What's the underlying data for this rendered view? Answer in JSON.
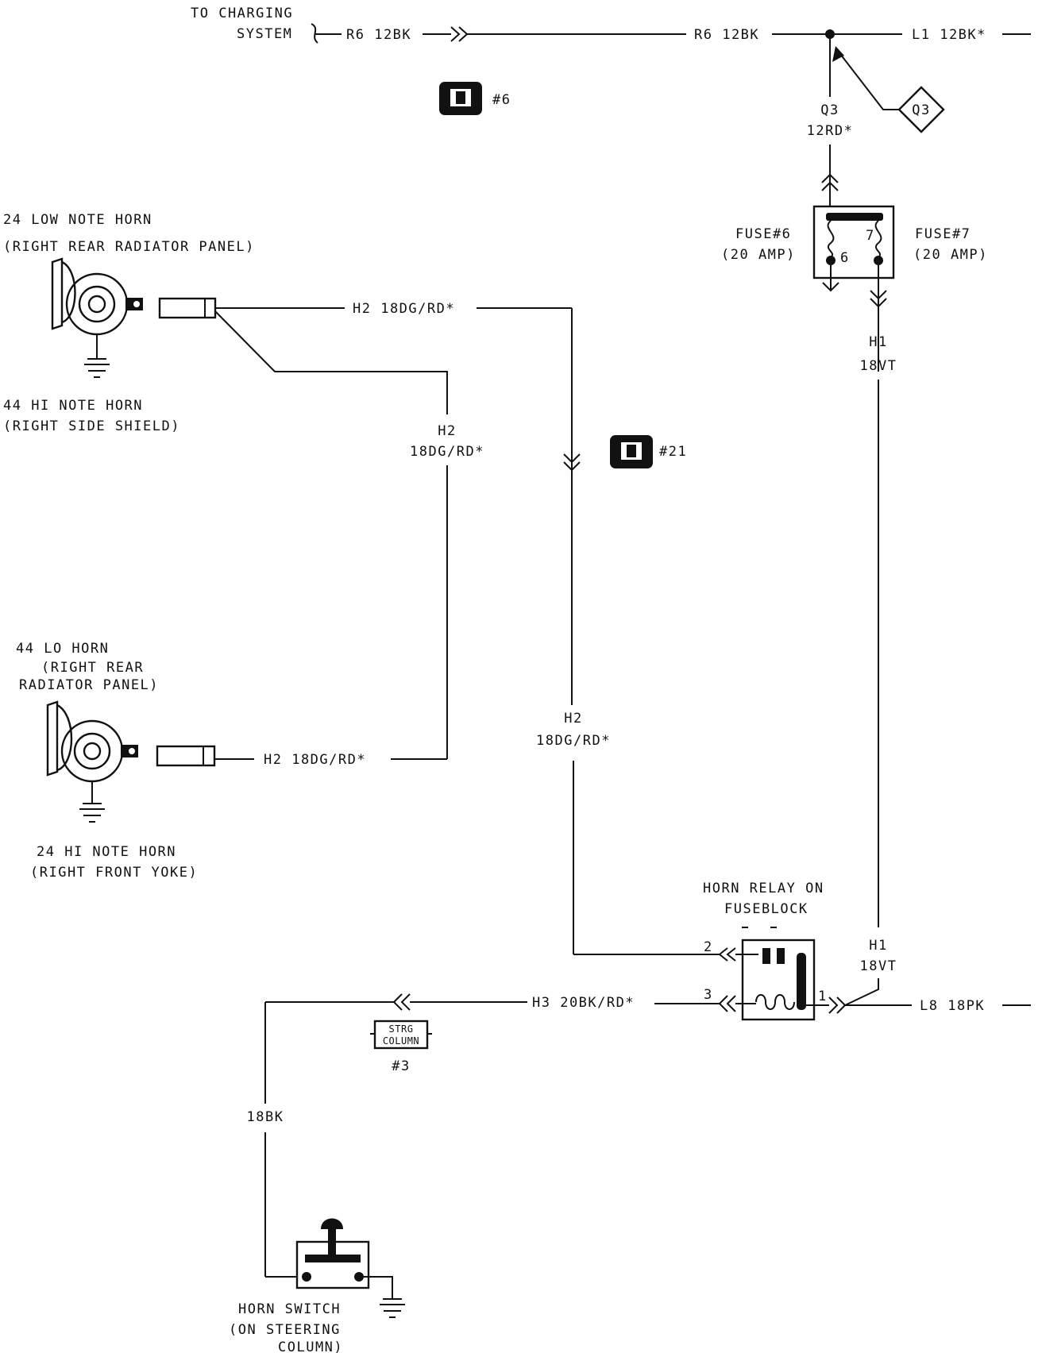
{
  "labels": {
    "charging_line1": "TO CHARGING",
    "charging_line2": "SYSTEM",
    "r6_left": "R6 12BK",
    "r6_right": "R6 12BK",
    "l1": "L1 12BK*",
    "q3_diamond": "Q3",
    "q3_wire_line1": "Q3",
    "q3_wire_line2": "12RD*",
    "fuse6_line1": "FUSE#6",
    "fuse6_line2": "(20 AMP)",
    "fuse7_line1": "FUSE#7",
    "fuse7_line2": "(20 AMP)",
    "fuse_pin6": "6",
    "fuse_pin7": "7",
    "h1_top_line1": "H1",
    "h1_top_line2": "18VT",
    "h1_bottom_line1": "H1",
    "h1_bottom_line2": "18VT",
    "connector6": "#6",
    "connector21": "#21",
    "horn_top_line1": "24 LOW NOTE HORN",
    "horn_top_line2": "(RIGHT REAR RADIATOR PANEL)",
    "horn_top_line3": "44  HI NOTE HORN",
    "horn_top_line4": "(RIGHT SIDE SHIELD)",
    "h2_top": "H2 18DG/RD*",
    "h2_mid_line1": "H2",
    "h2_mid_line2": "18DG/RD*",
    "h2_right_line1": "H2",
    "h2_right_line2": "18DG/RD*",
    "horn_bottom_line1": "44 LO HORN",
    "horn_bottom_line2": "(RIGHT REAR",
    "horn_bottom_line3": "RADIATOR PANEL)",
    "horn_bottom_line4": "24 HI NOTE HORN",
    "horn_bottom_line5": "(RIGHT FRONT YOKE)",
    "h2_bottom": "H2 18DG/RD*",
    "relay_line1": "HORN RELAY ON",
    "relay_line2": "FUSEBLOCK",
    "relay_pin1": "1",
    "relay_pin2": "2",
    "relay_pin3": "3",
    "h3": "H3 20BK/RD*",
    "l8": "L8 18PK",
    "strg_line1": "STRG",
    "strg_line2": "COLUMN",
    "strg_num": "#3",
    "wire_18bk": "18BK",
    "switch_line1": "HORN SWITCH",
    "switch_line2": "(ON STEERING",
    "switch_line3": "COLUMN)"
  },
  "icons": {
    "connector": "connector-icon",
    "horn": "horn-icon",
    "ground": "ground-icon",
    "fuse": "fuse-icon",
    "relay": "relay-icon",
    "switch": "horn-switch-icon"
  },
  "colors": {
    "ink": "#111111",
    "paper": "#ffffff"
  }
}
